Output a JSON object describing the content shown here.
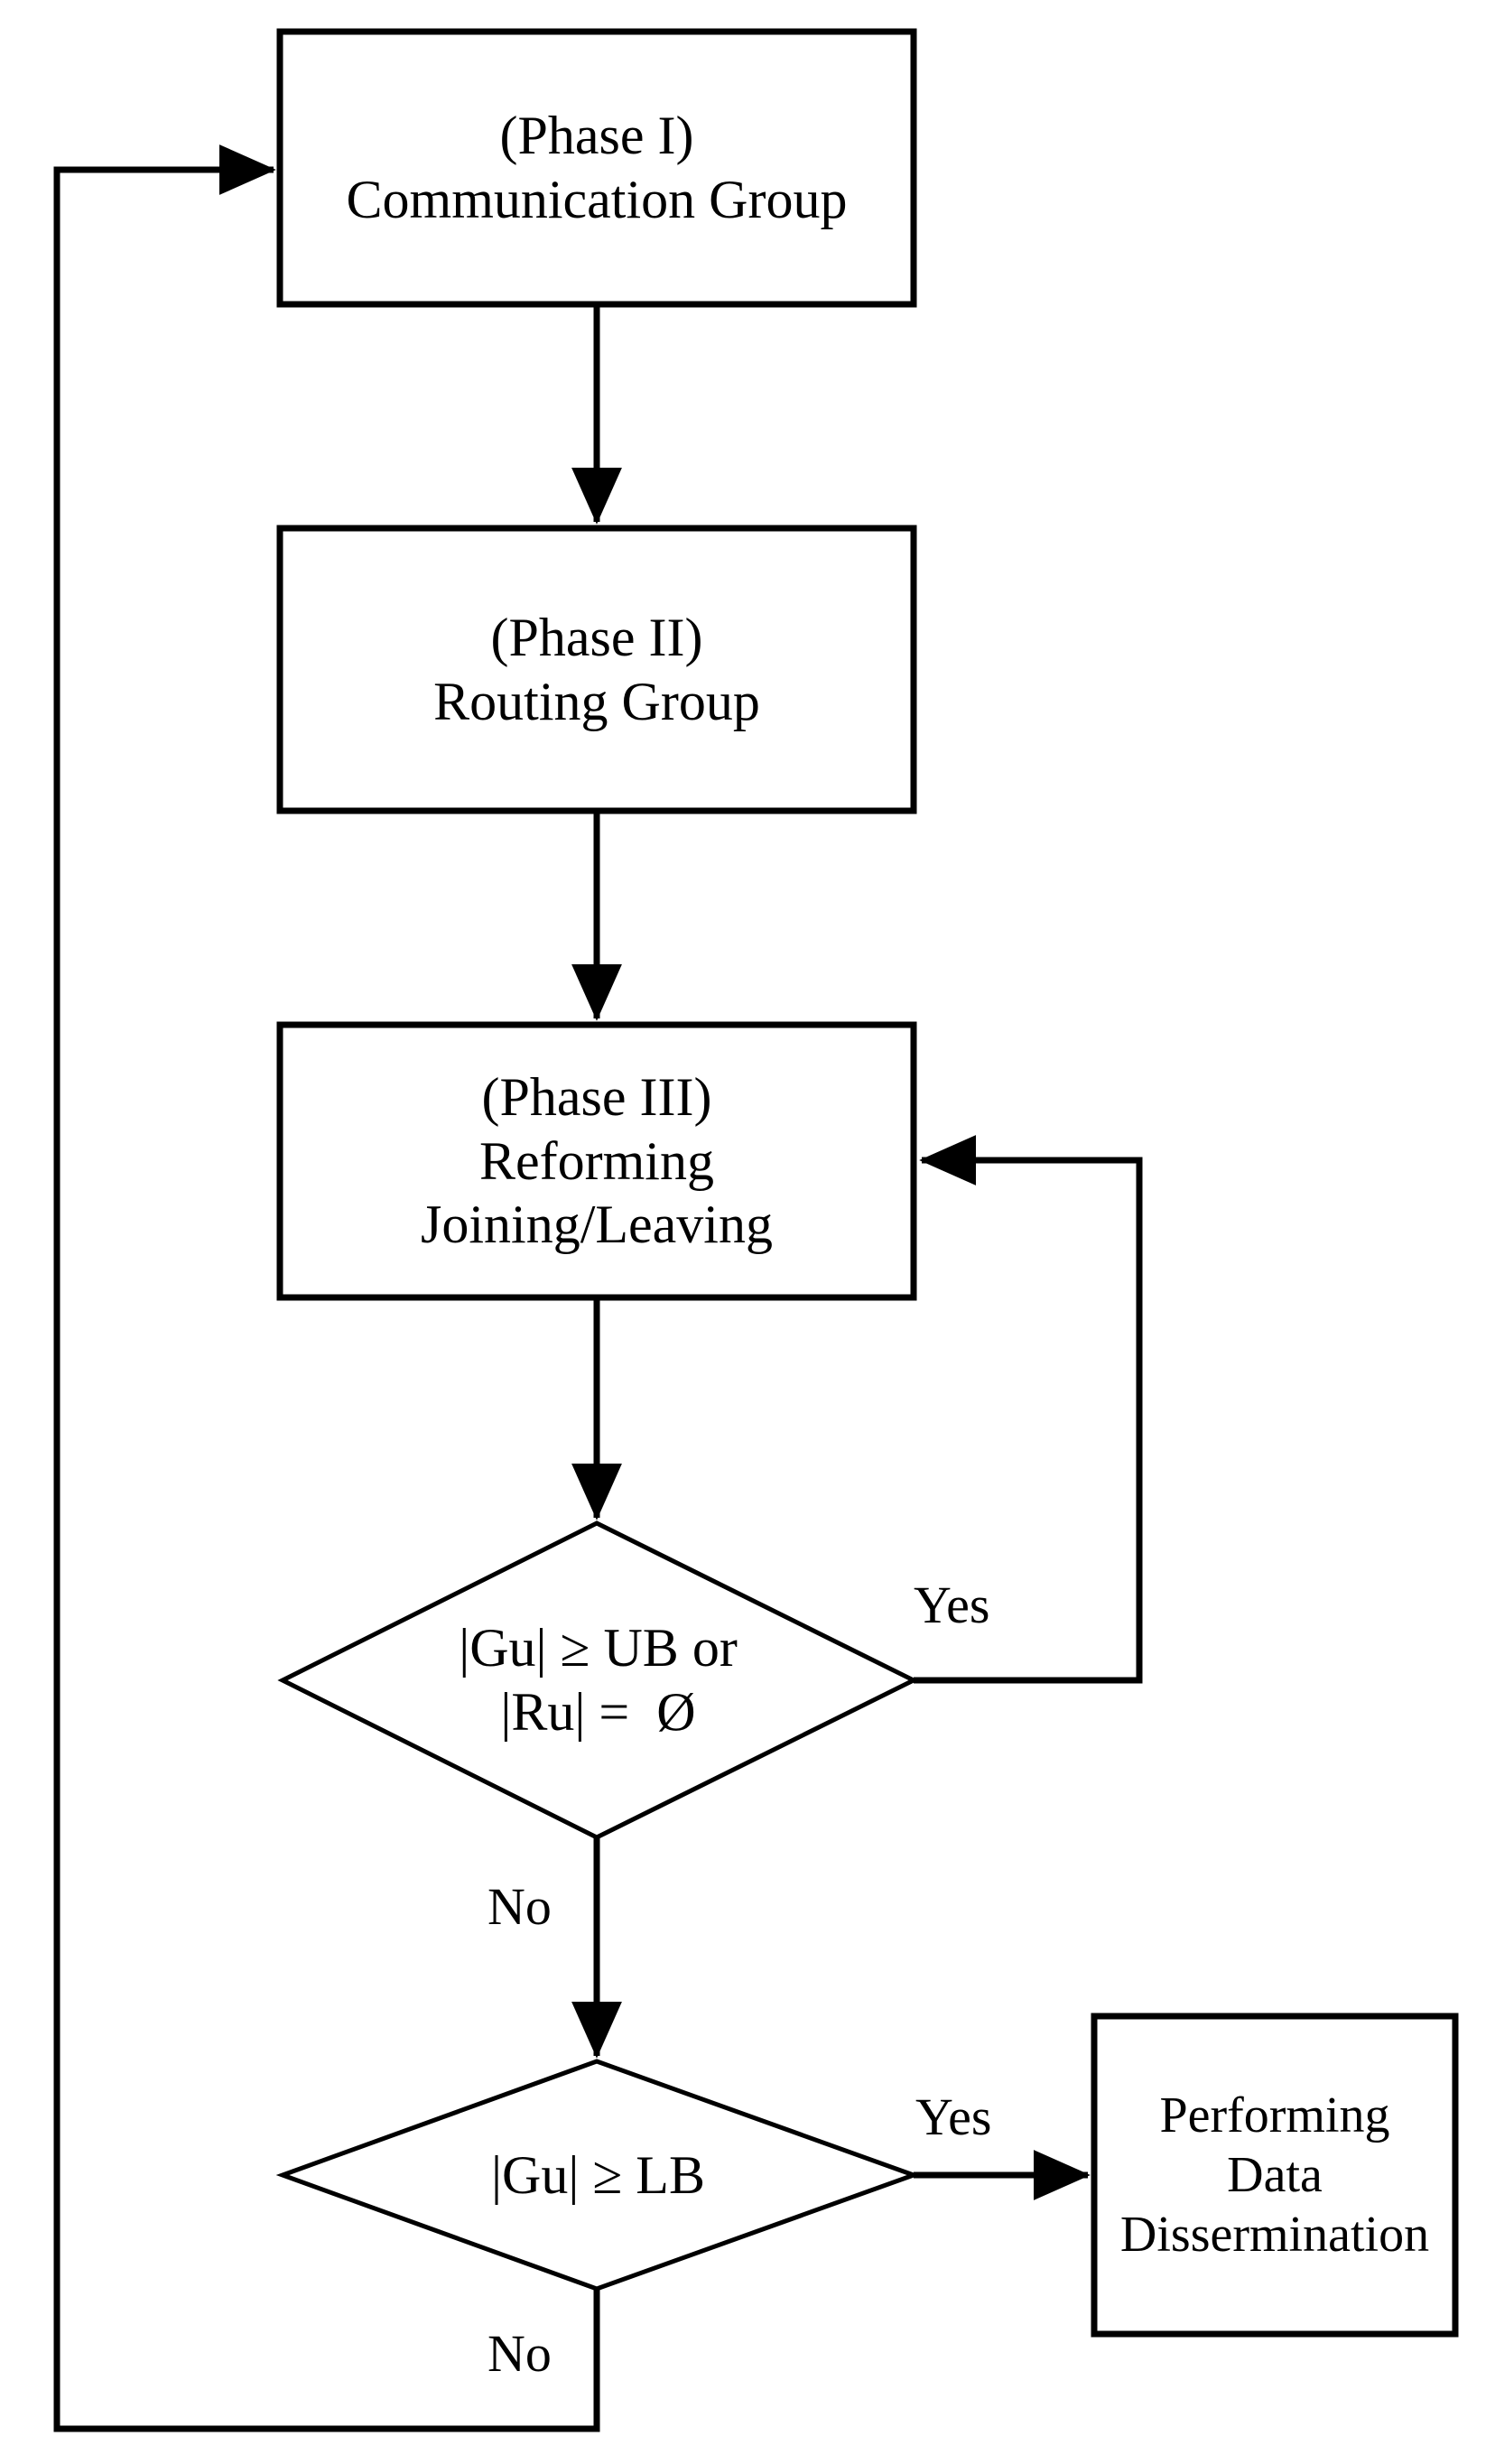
{
  "diagram": {
    "title": "Group-based data dissemination protocol flowchart",
    "stroke_color": "#000000",
    "background_color": "#ffffff",
    "nodes": [
      {
        "id": "phase1",
        "shape": "process",
        "lines": [
          "(Phase I)",
          "Communication Group"
        ]
      },
      {
        "id": "phase2",
        "shape": "process",
        "lines": [
          "(Phase II)",
          "Routing Group"
        ]
      },
      {
        "id": "phase3",
        "shape": "process",
        "lines": [
          "(Phase III)",
          "Reforming",
          "Joining/Leaving"
        ]
      },
      {
        "id": "decision1",
        "shape": "decision",
        "lines": [
          "|Gu| ≥ UB or",
          "|Ru| =  Ø"
        ]
      },
      {
        "id": "decision2",
        "shape": "decision",
        "lines": [
          "|Gu| ≥ LB"
        ]
      },
      {
        "id": "result",
        "shape": "process",
        "lines": [
          "Performing",
          "Data",
          "Dissermination"
        ]
      }
    ],
    "edge_labels": [
      {
        "id": "d1-yes",
        "text": "Yes"
      },
      {
        "id": "d1-no",
        "text": "No"
      },
      {
        "id": "d2-yes",
        "text": "Yes"
      },
      {
        "id": "d2-no",
        "text": "No"
      }
    ]
  }
}
